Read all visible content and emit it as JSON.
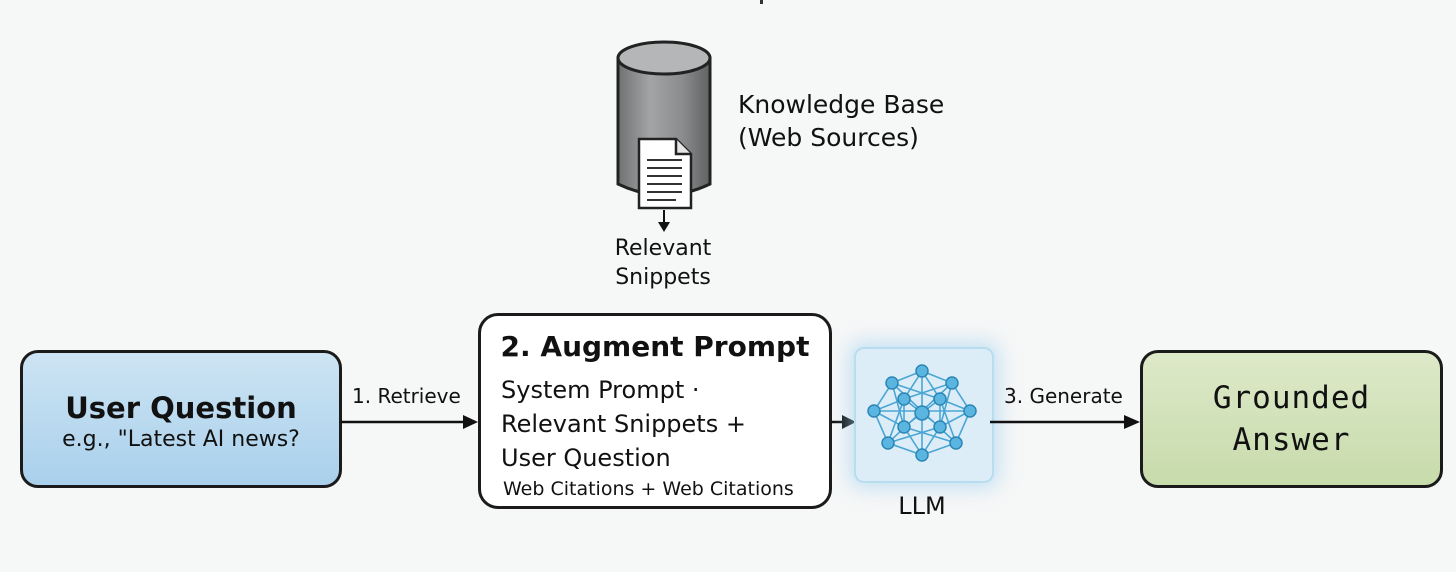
{
  "user_question": {
    "title": "User Question",
    "example": "e.g., \"Latest AI news?"
  },
  "edges": {
    "retrieve": "1. Retrieve",
    "generate": "3. Generate"
  },
  "augment_prompt": {
    "title": "2. Augment Prompt",
    "line1": "System Prompt  ·",
    "line2": "Relevant Snippets +",
    "line3": "User Question",
    "line4": "Web Citations + Web Citations"
  },
  "llm": {
    "label": "LLM",
    "icon": "neural-network-icon"
  },
  "answer": {
    "line1": "Grounded",
    "line2": "Answer"
  },
  "knowledge_base": {
    "line1": "Knowledge Base",
    "line2": "(Web Sources)",
    "icon": "database-cylinder-icon"
  },
  "snippets": {
    "line1": "Relevant",
    "line2": "Snippets",
    "icon": "document-icon"
  },
  "colors": {
    "user_box": "#b6d8ef",
    "answer_box": "#d0e1b8",
    "llm_box": "#dcedf8",
    "cylinder": "#8b8d8f",
    "network": "#4aa9d6"
  }
}
